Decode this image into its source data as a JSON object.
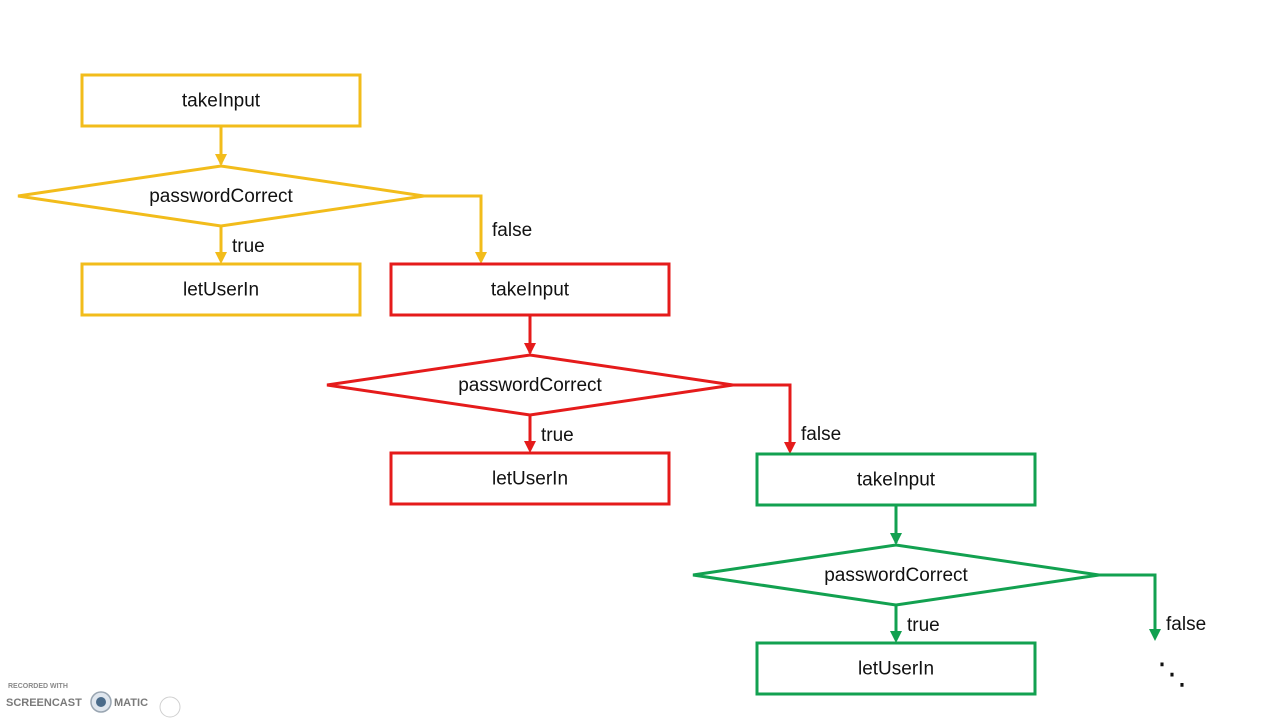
{
  "colors": {
    "level1": "#f2bc1b",
    "level2": "#e51b1b",
    "level3": "#12a150",
    "text": "#111111"
  },
  "levels": [
    {
      "color_key": "level1",
      "process_label": "takeInput",
      "decision_label": "passwordCorrect",
      "true_label": "true",
      "false_label": "false",
      "success_label": "letUserIn"
    },
    {
      "color_key": "level2",
      "process_label": "takeInput",
      "decision_label": "passwordCorrect",
      "true_label": "true",
      "false_label": "false",
      "success_label": "letUserIn"
    },
    {
      "color_key": "level3",
      "process_label": "takeInput",
      "decision_label": "passwordCorrect",
      "true_label": "true",
      "false_label": "false",
      "success_label": "letUserIn"
    }
  ],
  "continuation": "⋱",
  "watermark": {
    "line1": "RECORDED WITH",
    "brand_left": "SCREENCAST",
    "brand_right": "MATIC"
  }
}
